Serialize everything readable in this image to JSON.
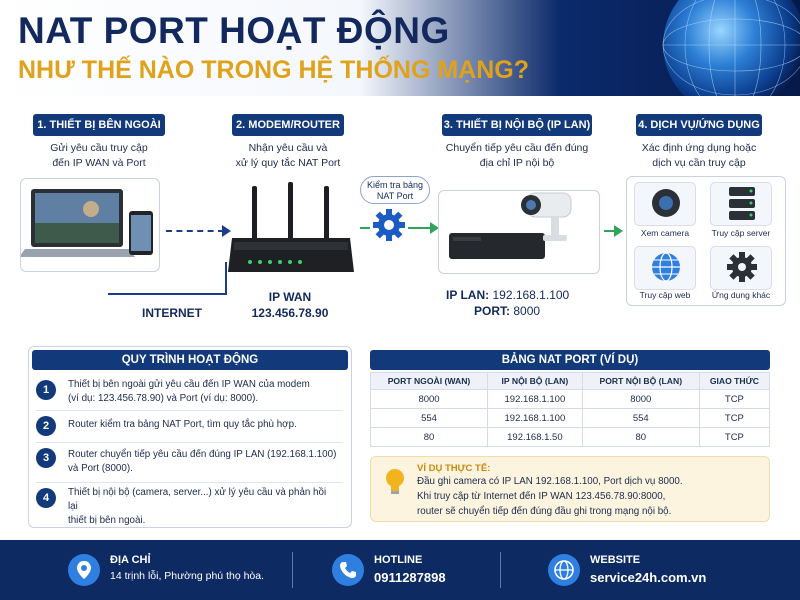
{
  "header": {
    "title_line1": "NAT PORT HOẠT ĐỘNG",
    "title_line2": "NHƯ THẾ NÀO TRONG HỆ THỐNG MẠNG?"
  },
  "steps": [
    {
      "label": "1. THIẾT BỊ BÊN NGOÀI",
      "desc1": "Gửi yêu cầu truy cập",
      "desc2": "đến IP WAN và Port"
    },
    {
      "label": "2. MODEM/ROUTER",
      "desc1": "Nhận yêu cầu và",
      "desc2": "xử lý quy tắc NAT Port"
    },
    {
      "label": "3. THIẾT BỊ NỘI BỘ (IP LAN)",
      "desc1": "Chuyển tiếp yêu cầu đến đúng",
      "desc2": "địa chỉ IP nội bộ"
    },
    {
      "label": "4. DỊCH VỤ/ỨNG DỤNG",
      "desc1": "Xác định ứng dụng hoặc",
      "desc2": "dịch vụ cần truy cập"
    }
  ],
  "diagram": {
    "internet_label": "INTERNET",
    "wan_label": "IP WAN",
    "wan_value": "123.456.78.90",
    "nat_check_line1": "Kiểm tra bảng",
    "nat_check_line2": "NAT Port",
    "lan_ip_label": "IP LAN:",
    "lan_ip_value": "192.168.1.100",
    "port_label": "PORT:",
    "port_value": "8000",
    "services": [
      {
        "label": "Xem camera",
        "icon": "camera-icon"
      },
      {
        "label": "Truy cập server",
        "icon": "server-icon"
      },
      {
        "label": "Truy cập web",
        "icon": "globe-icon"
      },
      {
        "label": "Ứng dụng khác",
        "icon": "gear-icon"
      }
    ]
  },
  "process": {
    "title": "QUY TRÌNH HOẠT ĐỘNG",
    "items": [
      {
        "num": "1",
        "line1": "Thiết bị bên ngoài gửi yêu cầu đến IP WAN của modem",
        "line2": "(ví dụ: 123.456.78.90) và Port (ví dụ: 8000)."
      },
      {
        "num": "2",
        "line1": "Router kiểm tra bảng NAT Port, tìm quy tắc phù hợp.",
        "line2": ""
      },
      {
        "num": "3",
        "line1": "Router chuyển tiếp yêu cầu đến đúng IP LAN (192.168.1.100)",
        "line2": "và Port (8000)."
      },
      {
        "num": "4",
        "line1": "Thiết bị nội bộ (camera, server...) xử lý yêu cầu và phản hồi lại",
        "line2": "thiết bị bên ngoài."
      }
    ]
  },
  "nat_table": {
    "title": "BẢNG NAT PORT  (VÍ DỤ)",
    "headers": [
      "PORT NGOÀI (WAN)",
      "IP NỘI BỘ (LAN)",
      "PORT NỘI BỘ (LAN)",
      "GIAO THỨC"
    ],
    "rows": [
      [
        "8000",
        "192.168.1.100",
        "8000",
        "TCP"
      ],
      [
        "554",
        "192.168.1.100",
        "554",
        "TCP"
      ],
      [
        "80",
        "192.168.1.50",
        "80",
        "TCP"
      ]
    ]
  },
  "example": {
    "title": "VÍ DỤ THỰC TẾ:",
    "line1": "Đầu ghi camera có IP LAN 192.168.1.100, Port dịch vụ 8000.",
    "line2": "Khi truy cập từ Internet đến IP WAN 123.456.78.90:8000,",
    "line3": "router sẽ chuyển tiếp đến đúng đầu ghi trong mạng nội bộ."
  },
  "footer": {
    "address_title": "ĐỊA CHỈ",
    "address_value": "14 trịnh lỗi, Phường phú thọ hòa.",
    "hotline_title": "HOTLINE",
    "hotline_value": "0911287898",
    "website_title": "WEBSITE",
    "website_value": "service24h.com.vn"
  },
  "colors": {
    "navy": "#123a7a",
    "gold": "#e0a21a",
    "green": "#2ea55a",
    "footer_bg": "#0e2a63"
  }
}
